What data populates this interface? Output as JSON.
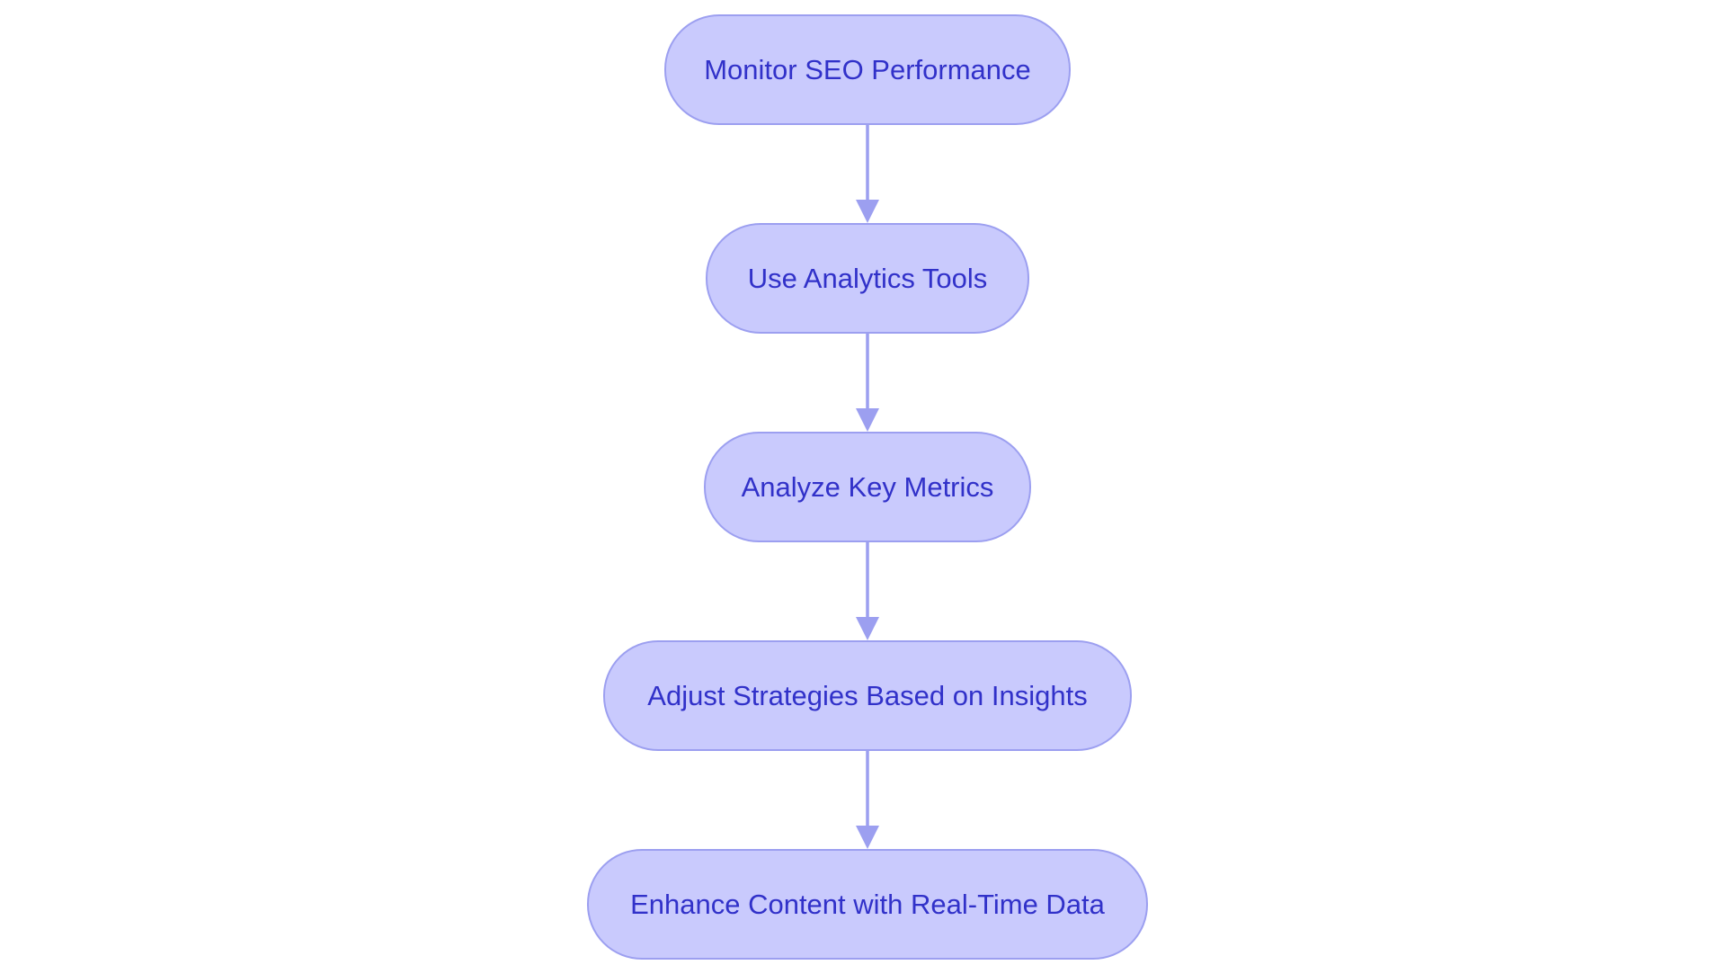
{
  "colors": {
    "node_fill": "#c9cafd",
    "node_border": "#9c9ff0",
    "text": "#3131c9",
    "connector": "#9c9ff0",
    "background": "#ffffff"
  },
  "steps": [
    {
      "label": "Monitor SEO Performance"
    },
    {
      "label": "Use Analytics Tools"
    },
    {
      "label": "Analyze Key Metrics"
    },
    {
      "label": "Adjust Strategies Based on Insights"
    },
    {
      "label": "Enhance Content with Real-Time Data"
    }
  ]
}
